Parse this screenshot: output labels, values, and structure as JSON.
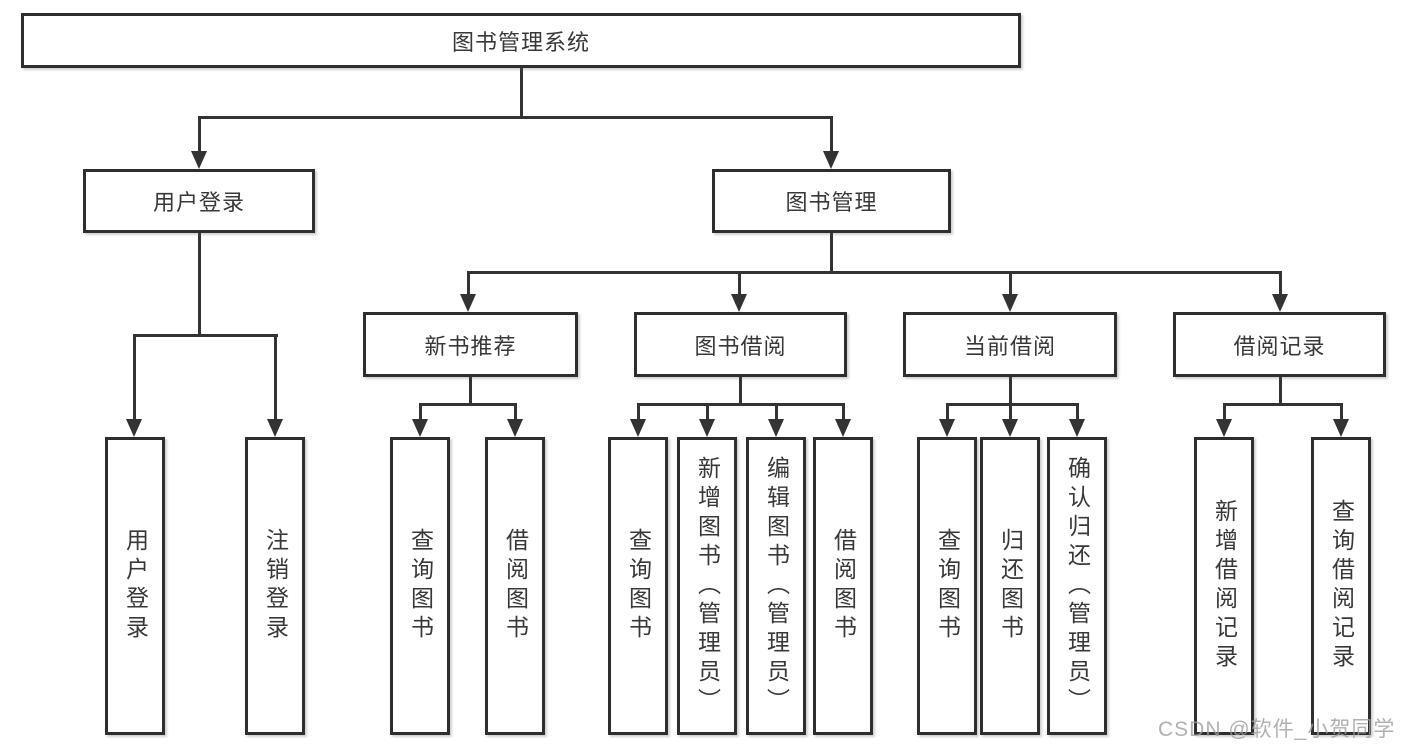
{
  "diagram": {
    "title_note": "library management system function structure chart",
    "root": {
      "label": "图书管理系统",
      "children": [
        {
          "label": "用户登录",
          "children": [
            {
              "label": "用户登录"
            },
            {
              "label": "注销登录"
            }
          ]
        },
        {
          "label": "图书管理",
          "children": [
            {
              "label": "新书推荐",
              "children": [
                {
                  "label": "查询图书"
                },
                {
                  "label": "借阅图书"
                }
              ]
            },
            {
              "label": "图书借阅",
              "children": [
                {
                  "label": "查询图书"
                },
                {
                  "label": "新增图书（管理员）"
                },
                {
                  "label": "编辑图书（管理员）"
                },
                {
                  "label": "借阅图书"
                }
              ]
            },
            {
              "label": "当前借阅",
              "children": [
                {
                  "label": "查询图书"
                },
                {
                  "label": "归还图书"
                },
                {
                  "label": "确认归还（管理员）"
                }
              ]
            },
            {
              "label": "借阅记录",
              "children": [
                {
                  "label": "新增借阅记录"
                },
                {
                  "label": "查询借阅记录"
                }
              ]
            }
          ]
        }
      ]
    }
  },
  "watermark": {
    "text": "CSDN @软件_小贺同学"
  },
  "colors": {
    "line": "#333333",
    "box_border": "#2e2e2e",
    "text": "#383838",
    "watermark": "#9e9e9e",
    "background": "#ffffff"
  }
}
